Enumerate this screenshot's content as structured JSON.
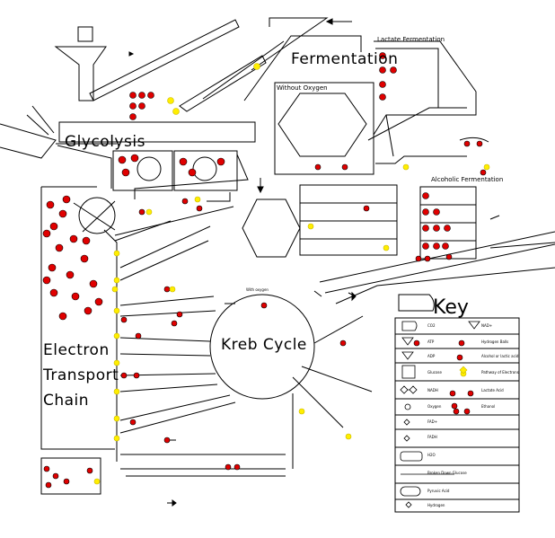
{
  "labels": {
    "fermentation": "Fermentation",
    "lactate_fermentation": "Lactate Fermentation",
    "without_oxygen": "Without Oxygen",
    "alcoholic_fermentation": "Alcoholic Fermentation",
    "glycolysis": "Glycolysis",
    "kreb_cycle": "Kreb Cycle",
    "etc_line1": "Electron",
    "etc_line2": "Transport",
    "etc_line3": "Chain",
    "with_oxygen": "With oxygen"
  },
  "key": {
    "title": "Key",
    "rows": [
      {
        "left": "CO2",
        "right": "NAD+"
      },
      {
        "left": "ATP",
        "right": "Hydrogen Balls"
      },
      {
        "left": "ADP",
        "right": "Alcohol or lactic acid"
      },
      {
        "left": "Glucose",
        "right": "Pathway of Electrons"
      },
      {
        "left": "NADH",
        "right": "Lactate Acid"
      },
      {
        "left": "Oxygen",
        "right": "Ethanol"
      },
      {
        "left": "FAD+",
        "right": ""
      },
      {
        "left": "FADH",
        "right": ""
      },
      {
        "left": "H2O",
        "right": ""
      },
      {
        "left": "Broken Down Glucose",
        "right": ""
      },
      {
        "left": "Pyruvic Acid",
        "right": ""
      },
      {
        "left": "Hydrogen",
        "right": ""
      }
    ]
  },
  "colors": {
    "hydrogen": "#e00000",
    "electron": "#ffee00",
    "line": "#000000"
  }
}
